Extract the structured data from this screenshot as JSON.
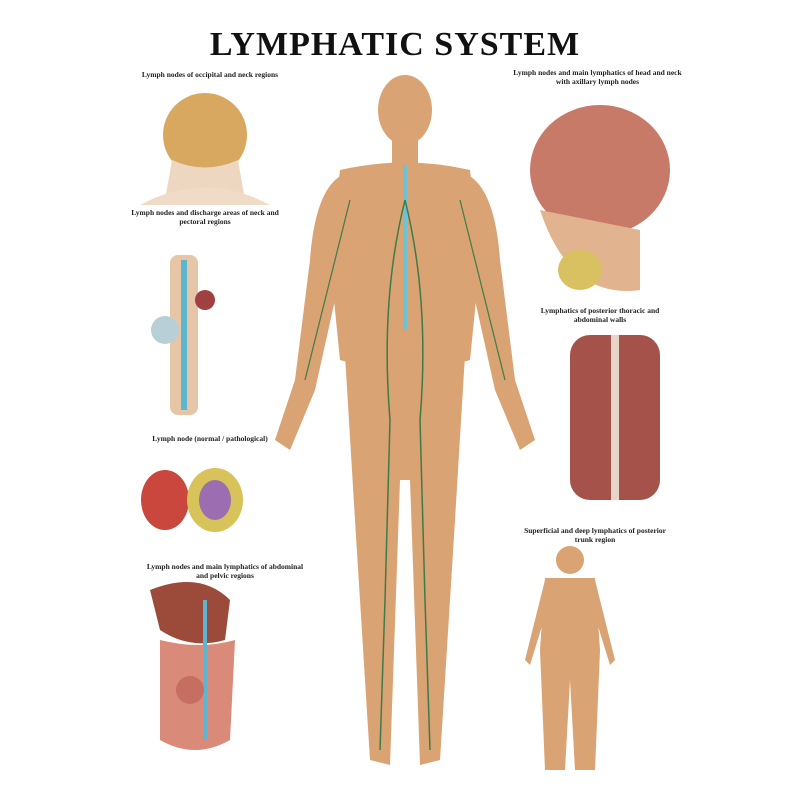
{
  "title": "LYMPHATIC SYSTEM",
  "sections": {
    "occipital": "Lymph nodes of occipital and neck regions",
    "neck_pectoral": "Lymph nodes and discharge areas of neck and pectoral regions",
    "lymph_node": "Lymph node (normal / pathological)",
    "abdominal": "Lymph nodes and main lymphatics of abdominal and pelvic regions",
    "head_neck": "Lymph nodes and main lymphatics of head and neck with axillary lymph nodes",
    "thoracic": "Lymphatics of posterior thoracic and abdominal walls",
    "trunk": "Superficial and deep lymphatics of posterior trunk region"
  },
  "colors": {
    "skin": "#d9a373",
    "lymph": "#3f7a4a",
    "duct": "#6cc3d6",
    "node": "#8a8fb0"
  }
}
